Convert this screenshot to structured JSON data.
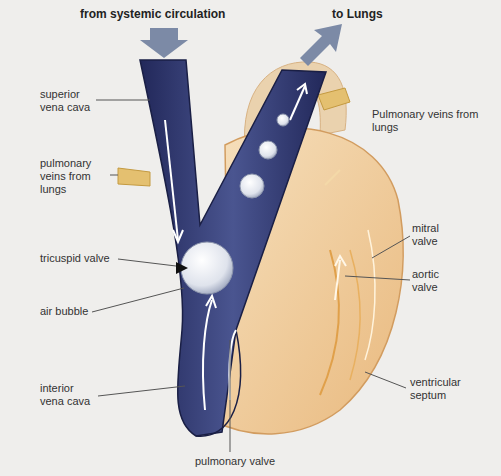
{
  "diagram": {
    "labels": [
      "from systemic circulation",
      "to Lungs",
      "superior vena cava",
      "pulmonary veins from lungs",
      "tricuspid valve",
      "air bubble",
      "interior vena cava",
      "Pulmonary veins from lungs",
      "mitral valve",
      "aortic valve",
      "ventricular septum",
      "pulmonary valve"
    ]
  }
}
